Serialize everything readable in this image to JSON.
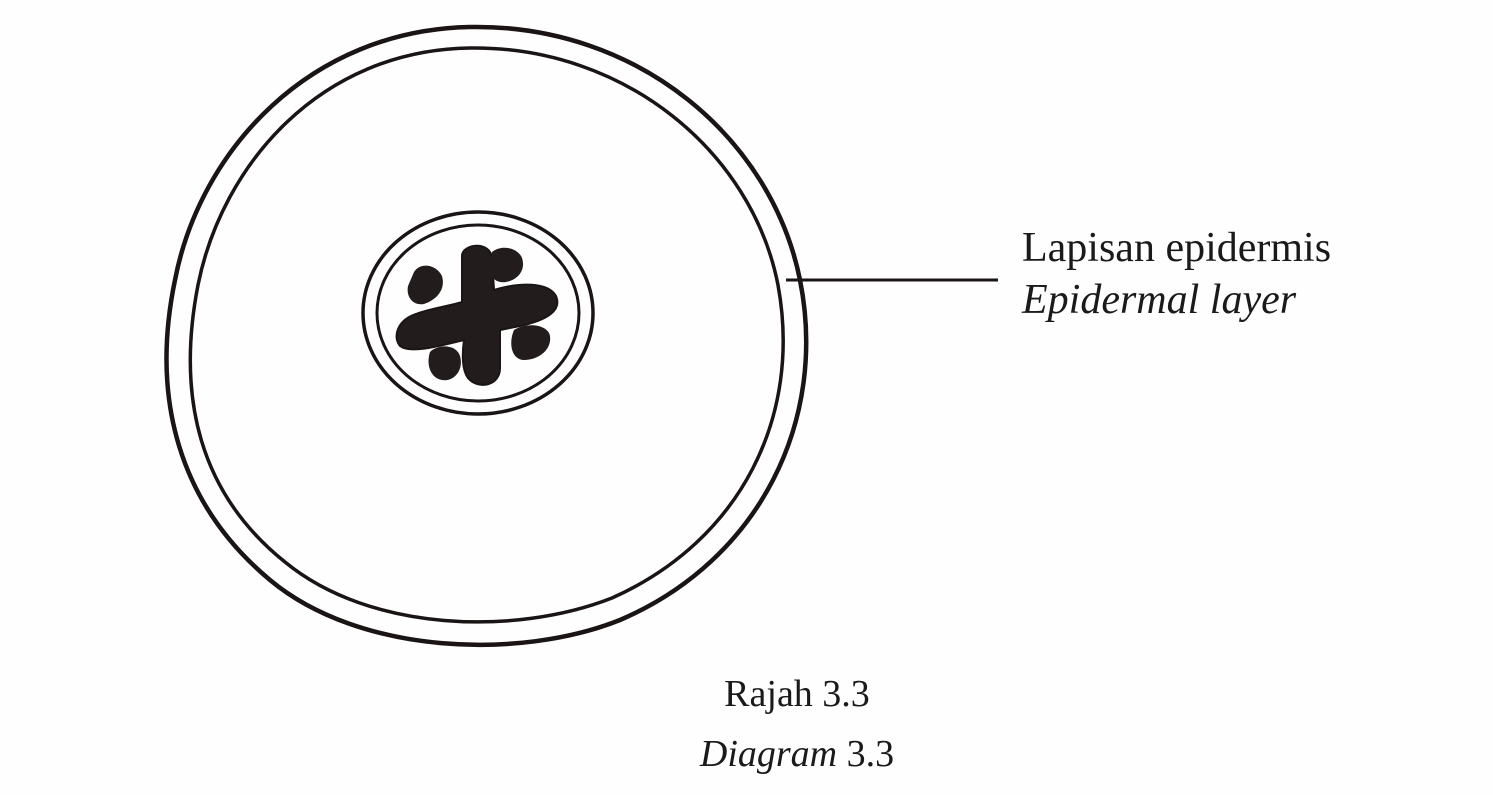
{
  "label": {
    "malay": "Lapisan epidermis",
    "english": "Epidermal layer"
  },
  "caption": {
    "malay": "Rajah 3.3",
    "english_word": "Diagram",
    "english_number": "3.3"
  },
  "colors": {
    "ink": "#1a1414",
    "fill_dark": "#231c1c",
    "background": "#fefefe"
  }
}
